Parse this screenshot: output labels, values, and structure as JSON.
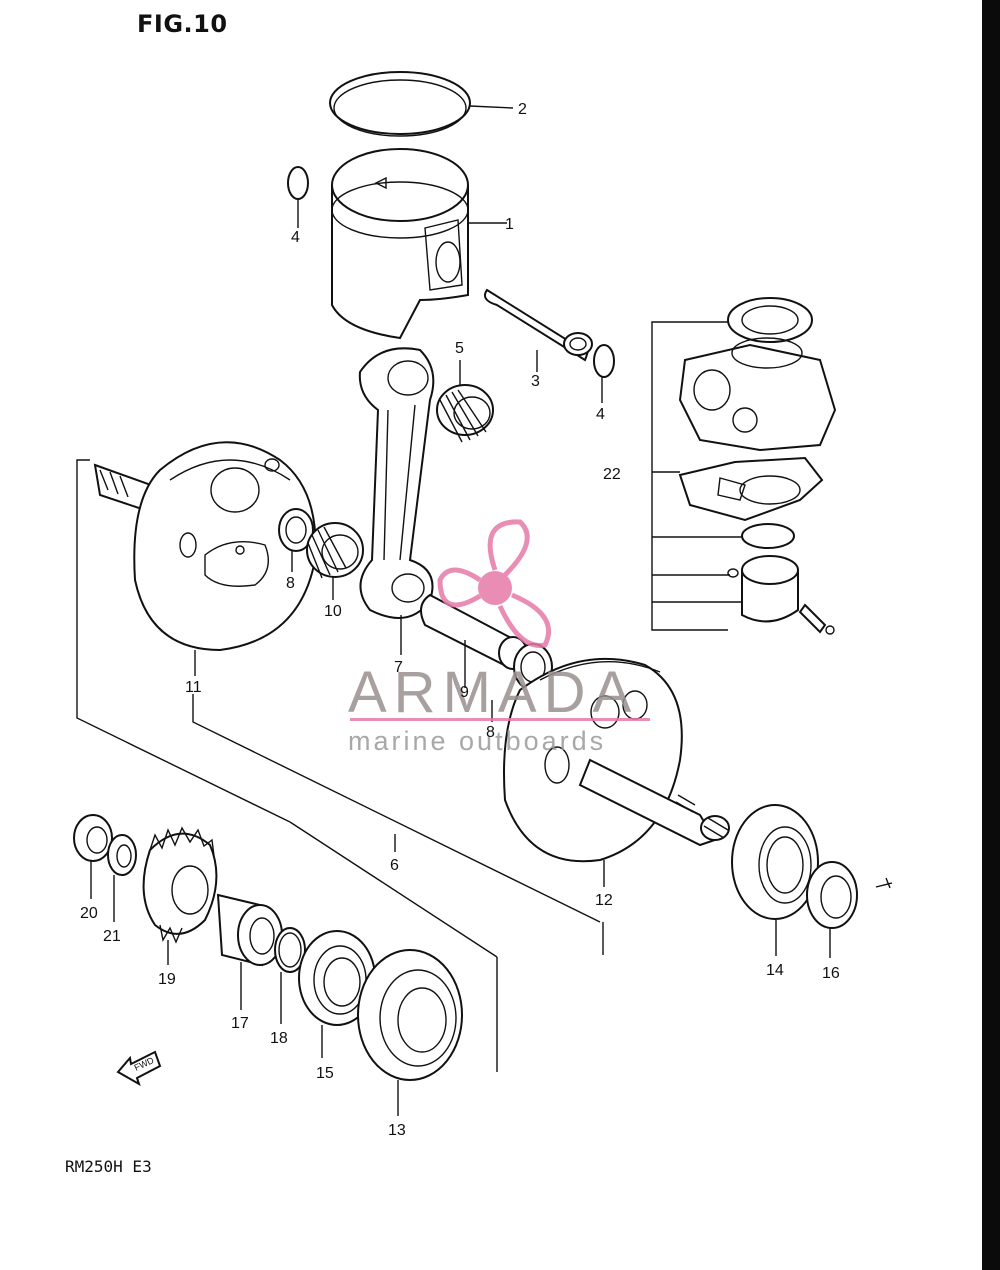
{
  "figure": {
    "title": "FIG.10",
    "model": "RM250H E3"
  },
  "watermark": {
    "brand": "ARMADA",
    "tagline": "marine outboards",
    "color": "#e77aa9"
  },
  "fwd_label": "FWD",
  "callouts": {
    "c1": "1",
    "c2": "2",
    "c3": "3",
    "c4a": "4",
    "c4b": "4",
    "c5": "5",
    "c6": "6",
    "c7": "7",
    "c8a": "8",
    "c8b": "8",
    "c9": "9",
    "c10": "10",
    "c11": "11",
    "c12": "12",
    "c13": "13",
    "c14": "14",
    "c15": "15",
    "c16": "16",
    "c17": "17",
    "c18": "18",
    "c19": "19",
    "c20": "20",
    "c21": "21",
    "c22": "22"
  }
}
